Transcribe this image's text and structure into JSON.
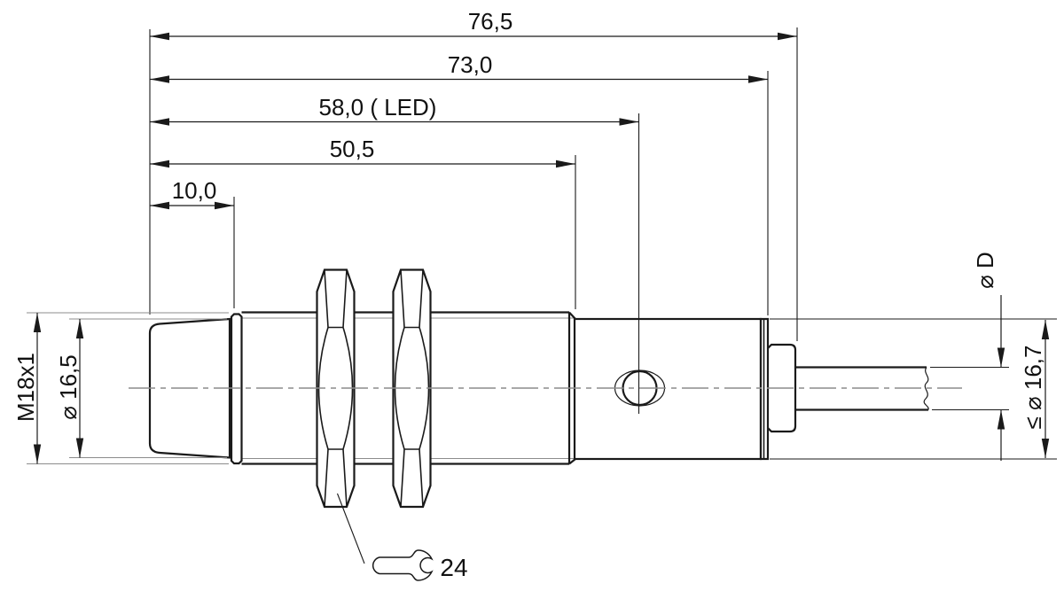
{
  "drawing": {
    "background": "#ffffff",
    "colors": {
      "line": "#1a1a1a",
      "centerline": "#8c8c8c",
      "text": "#111111"
    },
    "dimensions": {
      "overall_length": "76,5",
      "body_length": "73,0",
      "led_position": "58,0 ( LED)",
      "thread_length": "50,5",
      "cap_length": "10,0",
      "thread_spec": "M18x1",
      "cap_diameter": "⌀ 16,5",
      "cable_diameter": "⌀ D",
      "max_housing_diameter": "≤ ⌀ 16,7",
      "wrench_size": "24"
    }
  }
}
